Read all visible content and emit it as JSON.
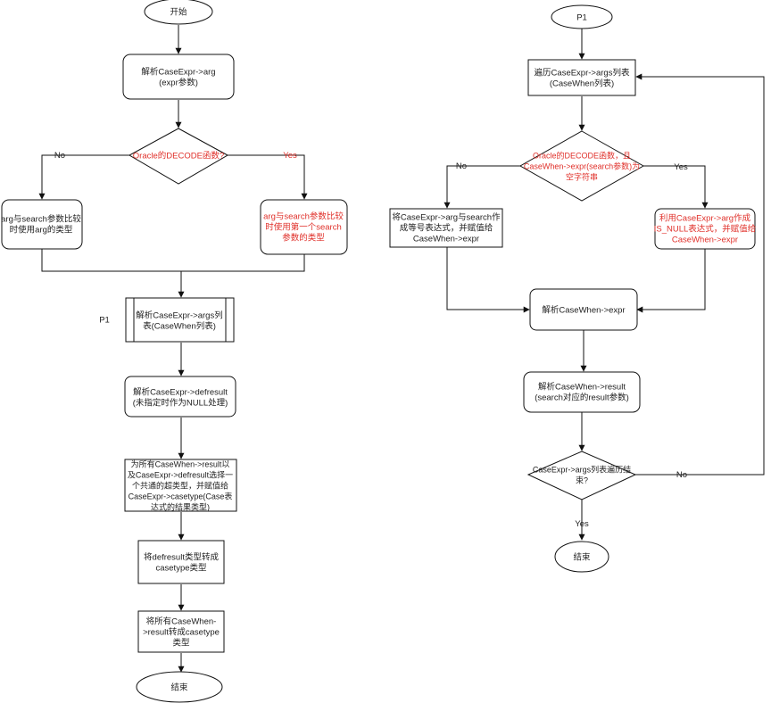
{
  "colors": {
    "highlight": "#e0302a",
    "text": "#222222",
    "line": "#111111"
  },
  "nodes": {
    "start": [
      "开始"
    ],
    "parse_arg": [
      "解析CaseExpr->arg",
      "(expr参数)"
    ],
    "decision_decode": [
      "Oracle的DECODE函数?"
    ],
    "arg_type": [
      "arg与search参数比较",
      "时使用arg的类型"
    ],
    "search_type": [
      "arg与search参数比较",
      "时使用第一个search",
      "参数的类型"
    ],
    "parse_args": [
      "解析CaseExpr->args列",
      "表(CaseWhen列表)"
    ],
    "p1_ref": [
      "P1"
    ],
    "parse_defresult": [
      "解析CaseExpr->defresult",
      "(未指定时作为NULL处理)"
    ],
    "supertype": [
      "为所有CaseWhen->result以",
      "及CaseExpr->defresult选择一",
      "个共通的超类型，并赋值给",
      "CaseExpr->casetype(Case表",
      "达式的结果类型)"
    ],
    "convert_defresult": [
      "将defresult类型转成",
      "casetype类型"
    ],
    "convert_results": [
      "将所有CaseWhen-",
      ">result转成casetype",
      "类型"
    ],
    "end_left": [
      "结束"
    ],
    "p1_start": [
      "P1"
    ],
    "iterate_args": [
      "遍历CaseExpr->args列表",
      "(CaseWhen列表)"
    ],
    "decision_null": [
      "Oracle的DECODE函数，且",
      "CaseWhen->expr(search参数)为",
      "空字符串"
    ],
    "eq_expr": [
      "将CaseExpr->arg与search作",
      "成等号表达式，并赋值给",
      "CaseWhen->expr"
    ],
    "isnull_expr": [
      "利用CaseExpr->arg作成",
      "IS_NULL表达式，并赋值给",
      "CaseWhen->expr"
    ],
    "parse_expr": [
      "解析CaseWhen->expr"
    ],
    "parse_result": [
      "解析CaseWhen->result",
      "(search对应的result参数)"
    ],
    "decision_done": [
      "CaseExpr->args列表遍历结",
      "束?"
    ],
    "end_right": [
      "结束"
    ]
  },
  "edge_labels": {
    "no_left": "No",
    "yes_left": "Yes",
    "no_right": "No",
    "yes_right": "Yes",
    "no_loop": "No",
    "yes_end": "Yes"
  }
}
